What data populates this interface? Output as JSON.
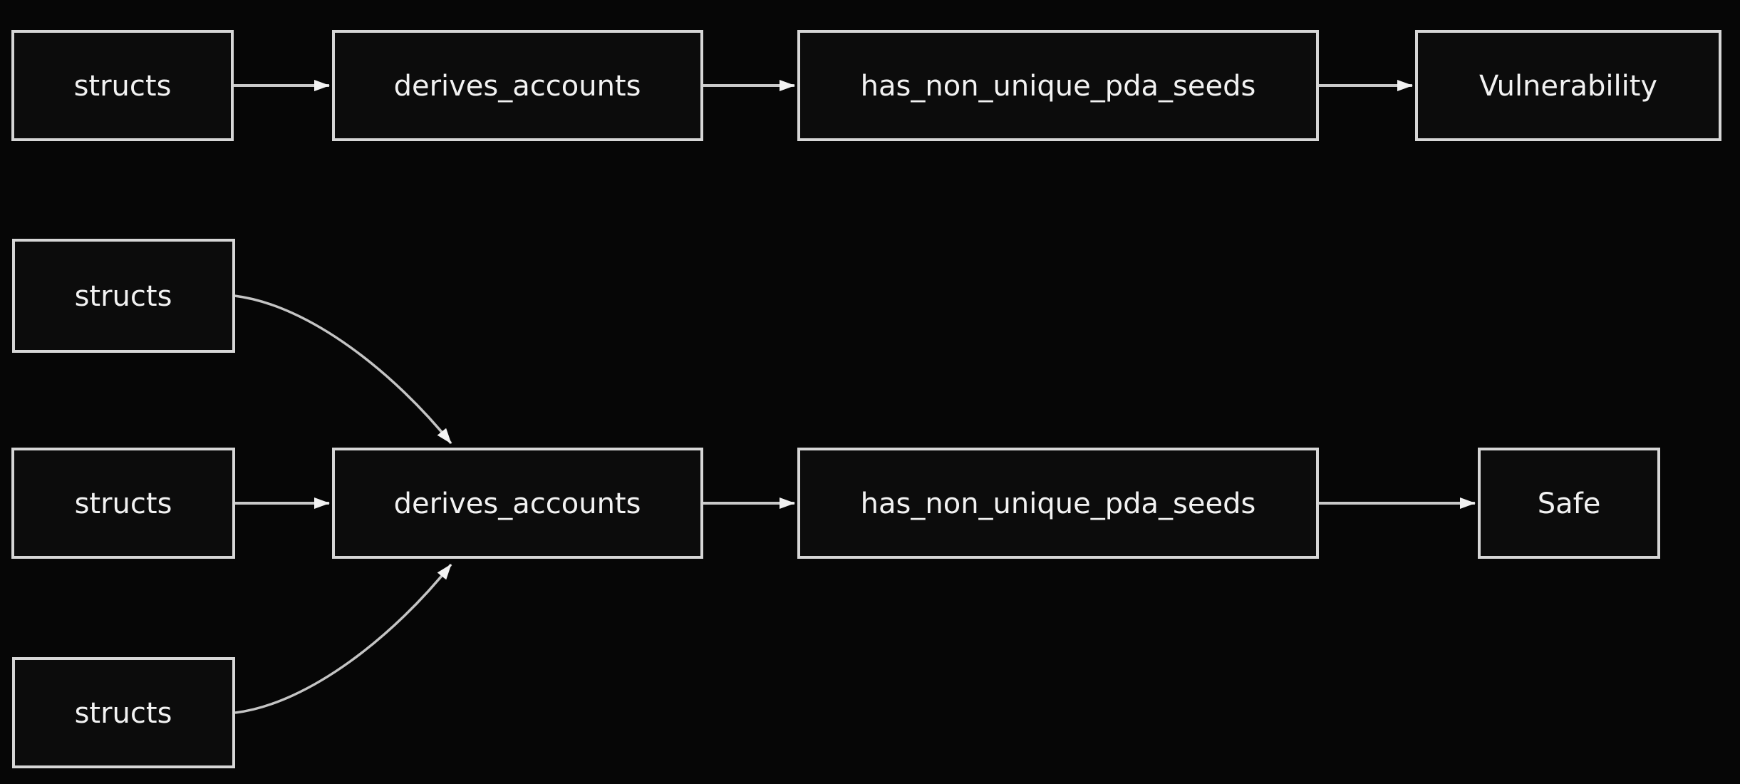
{
  "diagram": {
    "type": "flowchart",
    "background_color": "#060606",
    "node_fill_color": "#0c0c0c",
    "node_border_color": "#d6d6d6",
    "edge_color": "#c9c9c9",
    "text_color": "#f2f2f2",
    "nodes": {
      "flow1_structs": {
        "label": "structs"
      },
      "flow1_derives_accounts": {
        "label": "derives_accounts"
      },
      "flow1_has_non_unique_pda_seeds": {
        "label": "has_non_unique_pda_seeds"
      },
      "flow1_result": {
        "label": "Vulnerability"
      },
      "flow2_structs_top": {
        "label": "structs"
      },
      "flow2_structs_mid": {
        "label": "structs"
      },
      "flow2_structs_bottom": {
        "label": "structs"
      },
      "flow2_derives_accounts": {
        "label": "derives_accounts"
      },
      "flow2_has_non_unique_pda_seeds": {
        "label": "has_non_unique_pda_seeds"
      },
      "flow2_result": {
        "label": "Safe"
      }
    },
    "edges": [
      {
        "from": "flow1_structs",
        "to": "flow1_derives_accounts"
      },
      {
        "from": "flow1_derives_accounts",
        "to": "flow1_has_non_unique_pda_seeds"
      },
      {
        "from": "flow1_has_non_unique_pda_seeds",
        "to": "flow1_result"
      },
      {
        "from": "flow2_structs_top",
        "to": "flow2_derives_accounts"
      },
      {
        "from": "flow2_structs_mid",
        "to": "flow2_derives_accounts"
      },
      {
        "from": "flow2_structs_bottom",
        "to": "flow2_derives_accounts"
      },
      {
        "from": "flow2_derives_accounts",
        "to": "flow2_has_non_unique_pda_seeds"
      },
      {
        "from": "flow2_has_non_unique_pda_seeds",
        "to": "flow2_result"
      }
    ]
  }
}
